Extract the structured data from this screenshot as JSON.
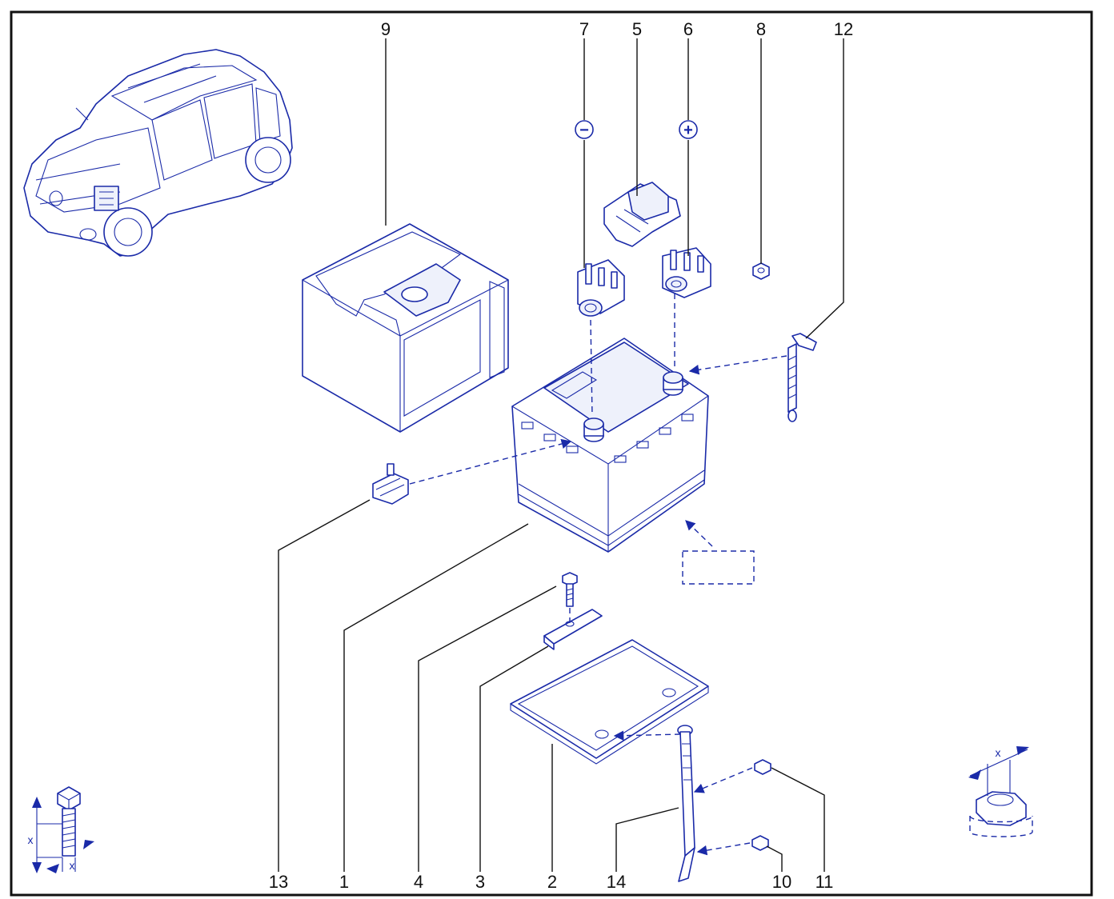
{
  "callouts": [
    {
      "id": "9",
      "label": "9"
    },
    {
      "id": "7",
      "label": "7"
    },
    {
      "id": "5",
      "label": "5"
    },
    {
      "id": "6",
      "label": "6"
    },
    {
      "id": "8",
      "label": "8"
    },
    {
      "id": "12",
      "label": "12"
    },
    {
      "id": "13",
      "label": "13"
    },
    {
      "id": "1",
      "label": "1"
    },
    {
      "id": "4",
      "label": "4"
    },
    {
      "id": "3",
      "label": "3"
    },
    {
      "id": "2",
      "label": "2"
    },
    {
      "id": "14",
      "label": "14"
    },
    {
      "id": "10",
      "label": "10"
    },
    {
      "id": "11",
      "label": "11"
    }
  ],
  "polarity": {
    "negative": "−",
    "positive": "+"
  },
  "torque_legend": {
    "bolt_label": "x",
    "nut_label": "x"
  },
  "colors": {
    "line": "#1a2aa8",
    "frame": "#111111",
    "leader": "#111111"
  }
}
